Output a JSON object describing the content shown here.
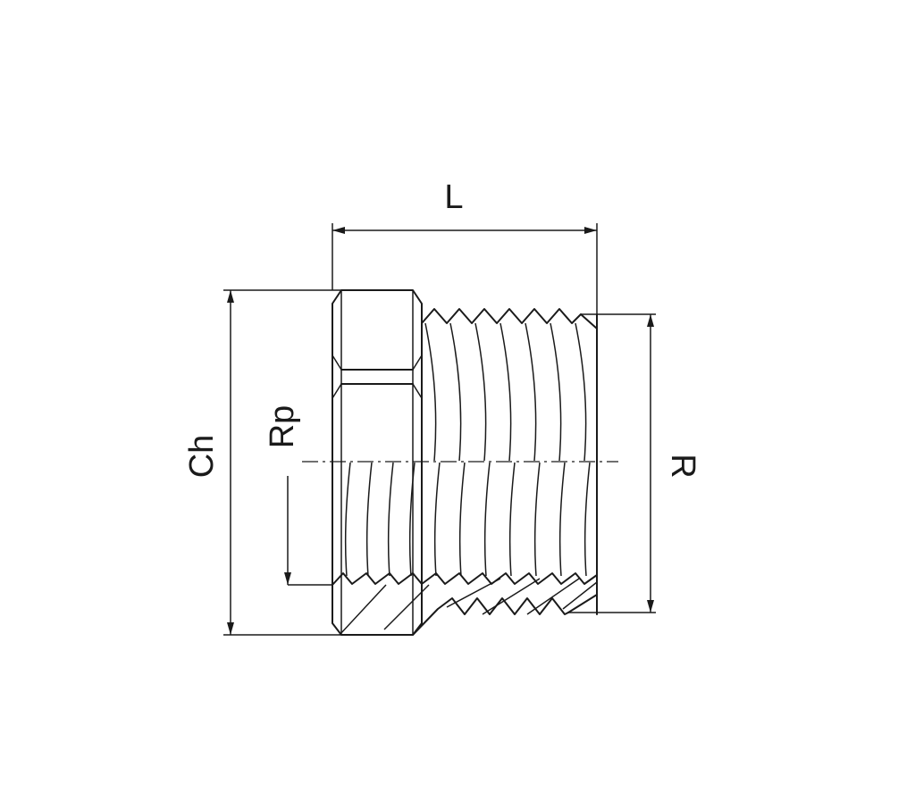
{
  "dimensions": {
    "length_label": "L",
    "hex_label": "Ch",
    "inner_thread_label": "Rp",
    "outer_thread_label": "R"
  },
  "colors": {
    "line": "#1a1a1a",
    "background": "#ffffff"
  }
}
